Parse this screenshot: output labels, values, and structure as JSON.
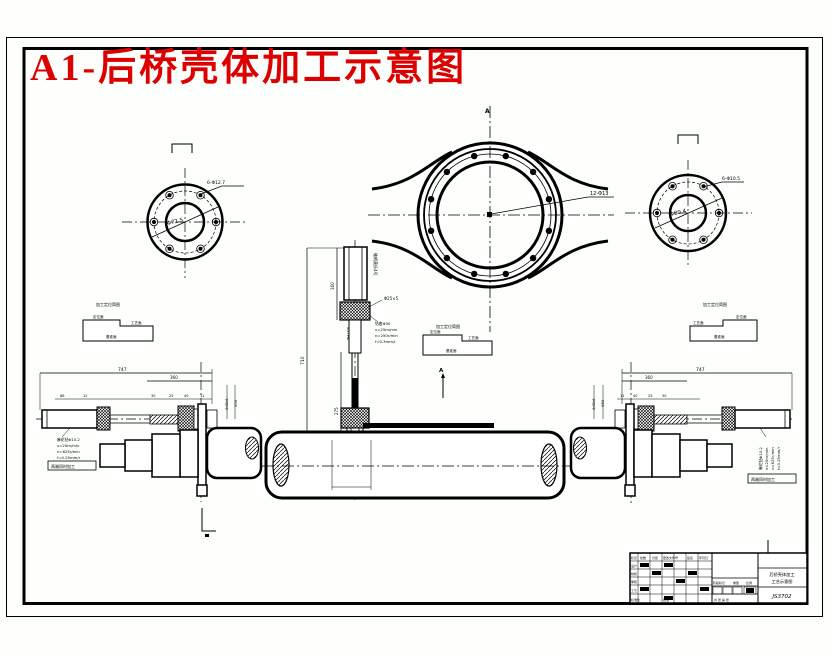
{
  "drawing": {
    "title": "A1-后桥壳体加工示意图"
  },
  "center_view": {
    "label": "A",
    "bolt_note": "12-Φ13"
  },
  "left_flange": {
    "bore": "Φ72.5",
    "holes_note": "6-Φ12.7"
  },
  "right_flange": {
    "bore": "Φ80.4",
    "holes_note": "6-Φ10.5"
  },
  "tool": {
    "dim_total": "710",
    "dim_upper": "160",
    "dim_lower": "275",
    "taper_note": "锥柄莫氏4号",
    "collar_note": "Φ25×5",
    "sleeve_note": "Φ57H6",
    "cut_notes": [
      "钻套Φ30",
      "v=25m/min",
      "n=250r/min",
      "f=0.3mm/r"
    ],
    "fit_upper": "Φ30H8",
    "fit_lower": "Φ52k6"
  },
  "left_asm": {
    "dim_total": "747",
    "dim_mid": "360",
    "dims_small": [
      "88",
      "12",
      "30",
      "25",
      "40",
      "11"
    ],
    "shaft_dim1": "Φ45k6",
    "shaft_dim2": "Φ50",
    "tool_notes": [
      "麻花钻Φ10.2",
      "v=20m/min",
      "n=625r/min",
      "f=0.25mm/r"
    ],
    "boxed_note": "两端同时加工"
  },
  "right_asm": {
    "dim_total": "747",
    "dim_mid": "360",
    "dims_small": [
      "11",
      "40",
      "25",
      "30"
    ],
    "shaft_dim1": "Φ45k6",
    "shaft_dim2": "Φ50",
    "tool_notes": [
      "麻花钻Φ10.2",
      "v=20m/min",
      "n=625r/min",
      "f=0.25mm/r"
    ],
    "boxed_note": "两端同时加工"
  },
  "blocks": {
    "left": {
      "title": "加工定位简图",
      "face_top": "定位面",
      "face_step": "工艺面",
      "face_base": "基准面"
    },
    "middle": {
      "title": "加工定位简图",
      "face_top": "定位面",
      "face_step": "工艺面",
      "face_base": "基准面",
      "view_label": "A"
    },
    "right": {
      "title": "加工定位简图",
      "face_top": "定位面",
      "face_step": "工艺面",
      "face_base": "基准面"
    }
  },
  "title_block": {
    "header_cells": [
      "标记",
      "处数",
      "分区",
      "更改文件号",
      "签名",
      "年月日"
    ],
    "row_design": "设计",
    "row_check": "校核",
    "row_audit": "审核",
    "row_craft": "工艺",
    "row_std": "标准化",
    "row_approve": "批准",
    "stage_label": "阶段标记",
    "weight_label": "重量",
    "scale_label": "比例",
    "sheet_note": "共 张 第 张",
    "name_line1": "后桥壳体加工",
    "name_line2": "工艺示意图",
    "code": "JS3702"
  }
}
